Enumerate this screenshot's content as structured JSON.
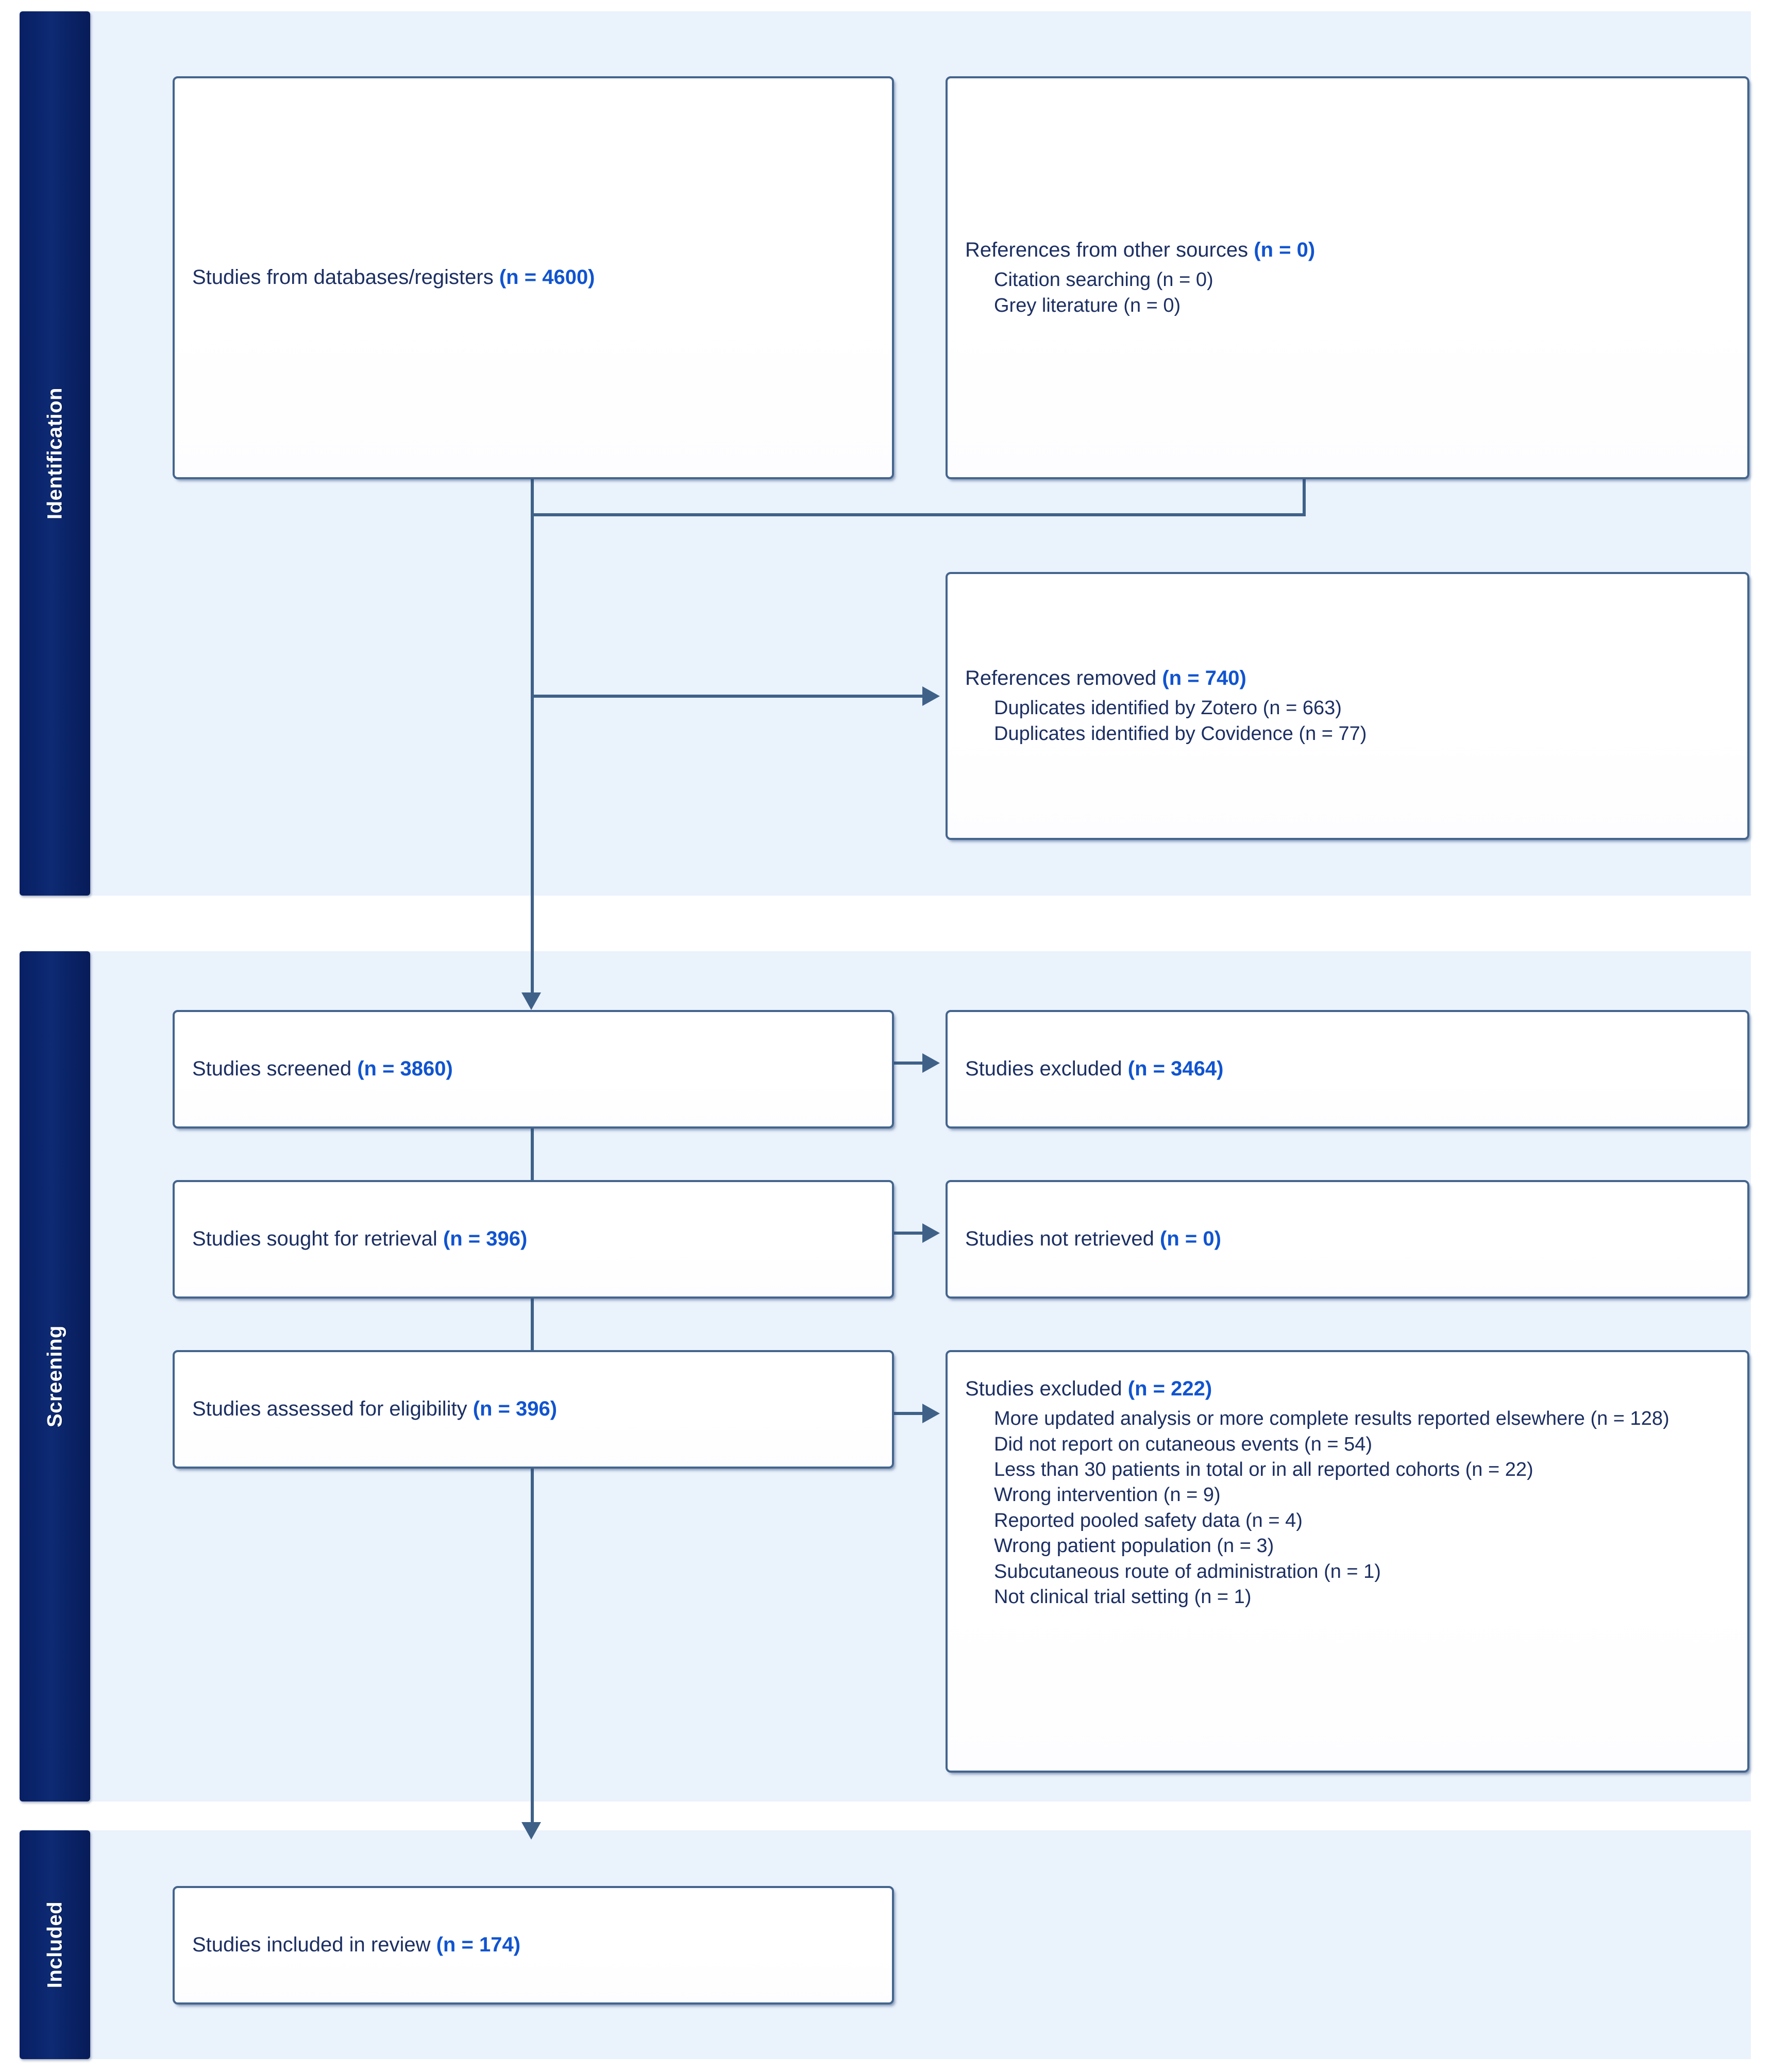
{
  "diagram": {
    "type": "PRISMA 2020 flow diagram",
    "phases": [
      {
        "key": "identification",
        "label": "Identification"
      },
      {
        "key": "screening",
        "label": "Screening"
      },
      {
        "key": "included",
        "label": "Included"
      }
    ]
  },
  "boxes": {
    "databases": {
      "title": "Studies from databases/registers",
      "count": "(n = 4600)",
      "sub": []
    },
    "other_sources": {
      "title": "References from other sources",
      "count": "(n = 0)",
      "sub": [
        "Citation searching (n = 0)",
        "Grey literature (n = 0)"
      ]
    },
    "references_removed": {
      "title": "References removed",
      "count": "(n = 740)",
      "sub": [
        "Duplicates identified by Zotero (n = 663)",
        "Duplicates identified by Covidence (n = 77)"
      ]
    },
    "screened": {
      "title": "Studies screened",
      "count": "(n = 3860)",
      "sub": []
    },
    "excluded_screened": {
      "title": "Studies excluded",
      "count": "(n = 3464)",
      "sub": []
    },
    "sought": {
      "title": "Studies sought for retrieval",
      "count": "(n = 396)",
      "sub": []
    },
    "not_retrieved": {
      "title": "Studies not retrieved",
      "count": "(n = 0)",
      "sub": []
    },
    "assessed": {
      "title": "Studies assessed for eligibility",
      "count": "(n = 396)",
      "sub": []
    },
    "excluded_eligibility": {
      "title": "Studies excluded",
      "count": "(n = 222)",
      "sub": [
        "More updated analysis or more complete results reported elsewhere (n = 128)",
        "Did not report on cutaneous events (n = 54)",
        "Less than 30 patients in total or in all reported cohorts (n = 22)",
        "Wrong intervention (n = 9)",
        "Reported pooled safety data (n = 4)",
        "Wrong patient population (n = 3)",
        "Subcutaneous route of administration (n = 1)",
        "Not clinical trial setting (n = 1)"
      ]
    },
    "included_review": {
      "title": "Studies included in review",
      "count": "(n = 174)",
      "sub": []
    }
  },
  "colors": {
    "band_background": "#eaf2fc",
    "phase_tab": "#0a2068",
    "box_border": "#44658d",
    "title_text": "#1c2f63",
    "count_accent": "#1054d0",
    "connector": "#3f6188"
  }
}
